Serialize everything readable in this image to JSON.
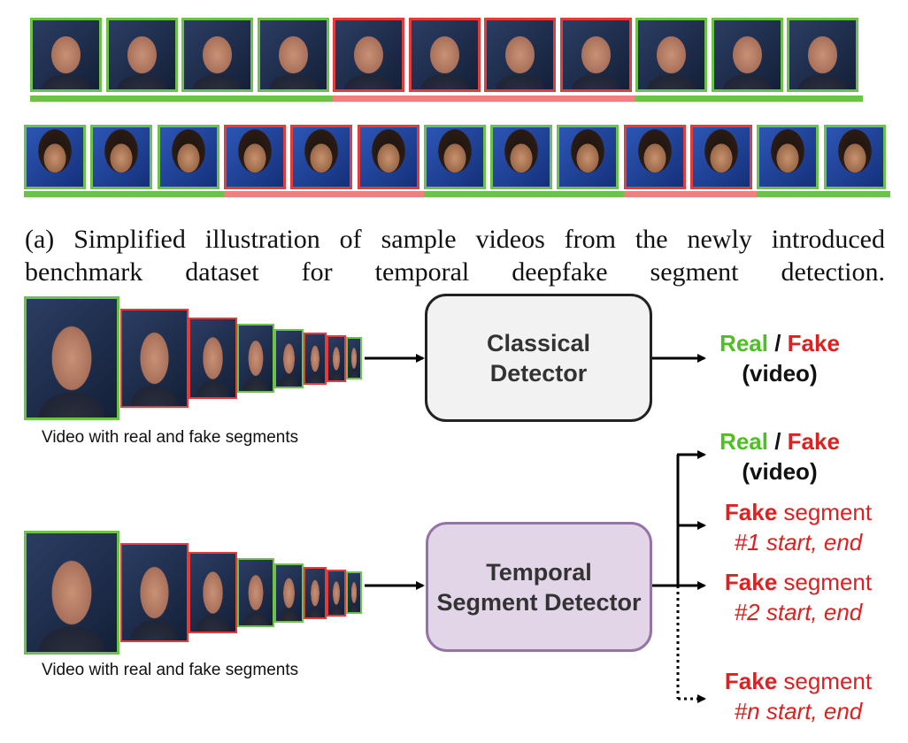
{
  "top_strips": [
    {
      "name": "male-strip",
      "pattern": [
        "real",
        "real",
        "real",
        "real",
        "fake",
        "fake",
        "fake",
        "fake",
        "real",
        "real",
        "real"
      ]
    },
    {
      "name": "female-strip",
      "pattern": [
        "real",
        "real",
        "real",
        "fake",
        "fake",
        "fake",
        "real",
        "real",
        "real",
        "fake",
        "fake",
        "real",
        "real"
      ]
    }
  ],
  "caption": {
    "line1": "(a) Simplified illustration of sample videos from the newly introduced",
    "line2": "benchmark dataset for temporal deepfake segment detection."
  },
  "classical": {
    "box_line1": "Classical",
    "box_line2": "Detector",
    "video_label": "Video with real and fake segments",
    "out_real": "Real",
    "out_sep": " / ",
    "out_fake": "Fake",
    "out_video": "(video)"
  },
  "temporal": {
    "box_line1": "Temporal",
    "box_line2": "Segment Detector",
    "video_label": "Video with real and fake segments",
    "out_real": "Real",
    "out_sep": " / ",
    "out_fake": "Fake",
    "out_video": "(video)",
    "segments": [
      {
        "fake": "Fake",
        "word": " segment",
        "range": "#1 start, end"
      },
      {
        "fake": "Fake",
        "word": " segment",
        "range": "#2 start, end"
      },
      {
        "fake": "Fake",
        "word": " segment",
        "range": "#n start, end"
      }
    ]
  },
  "colors": {
    "real": "#6cc24a",
    "fake": "#e23c3c",
    "classical_box": "#f2f2f2",
    "temporal_box": "#e1d5e7",
    "temporal_border": "#9673a6"
  }
}
